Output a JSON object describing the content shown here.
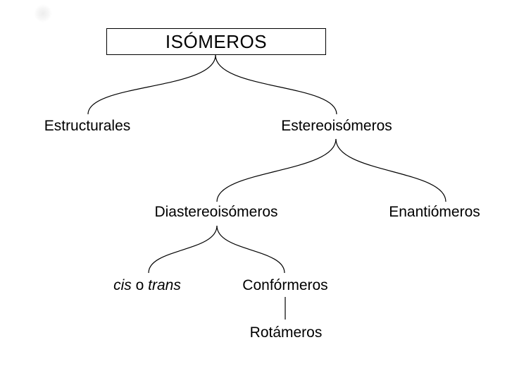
{
  "page": {
    "background_color": "#ffffff",
    "line_color": "#000000",
    "text_color": "#000000"
  },
  "diagram": {
    "type": "tree",
    "root": {
      "label": "ISÓMEROS"
    },
    "nodes": {
      "estructurales": {
        "label": "Estructurales"
      },
      "estereoisomeros": {
        "label": "Estereoisómeros"
      },
      "diastereoisomeros": {
        "label": "Diastereoisómeros"
      },
      "enantiomeros": {
        "label": "Enantiómeros"
      },
      "cis_o_trans": {
        "cis": "cis",
        "o": " o ",
        "trans": "trans"
      },
      "conformeros": {
        "label": "Confórmeros"
      },
      "rotameros": {
        "label": "Rotámeros"
      }
    },
    "edges": [
      {
        "from": "ISÓMEROS",
        "to": "Estructurales"
      },
      {
        "from": "ISÓMEROS",
        "to": "Estereoisómeros"
      },
      {
        "from": "Estereoisómeros",
        "to": "Diastereoisómeros"
      },
      {
        "from": "Estereoisómeros",
        "to": "Enantiómeros"
      },
      {
        "from": "Diastereoisómeros",
        "to": "cis o trans"
      },
      {
        "from": "Diastereoisómeros",
        "to": "Confórmeros"
      },
      {
        "from": "Confórmeros",
        "to": "Rotámeros"
      }
    ]
  }
}
